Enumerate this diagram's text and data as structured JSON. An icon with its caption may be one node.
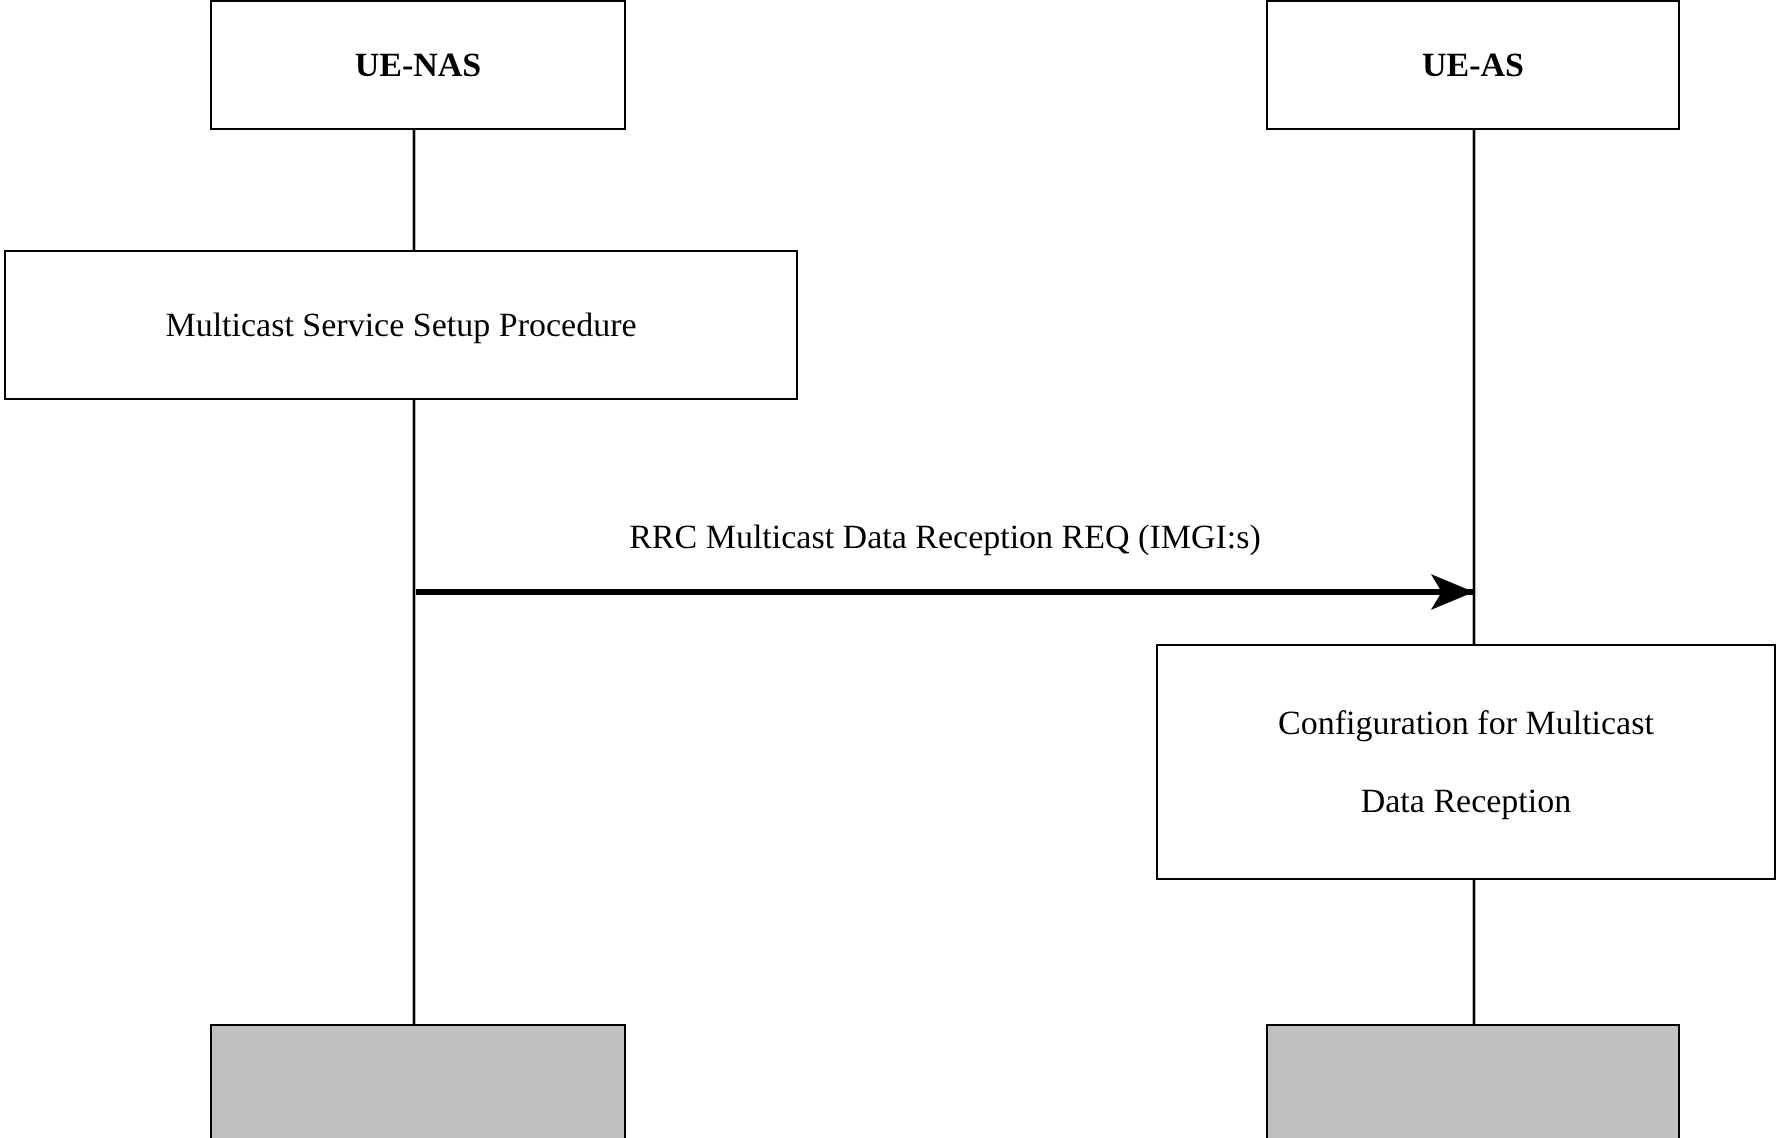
{
  "diagram": {
    "nodes": [
      {
        "text": [
          "UE-NAS"
        ]
      },
      {
        "text": [
          "Multicast Service Setup Procedure"
        ]
      },
      {
        "text": [
          "UE-AS"
        ]
      },
      {
        "text": [
          "Configuration for Multicast Data Reception"
        ]
      },
      {
        "text": [],
        "shape": "box"
      },
      {
        "text": [],
        "shape": "box"
      }
    ],
    "edges": [
      {
        "from": 0,
        "to": 1,
        "arrow": "none"
      },
      {
        "from": 1,
        "to": 4,
        "arrow": "none"
      },
      {
        "from": 2,
        "to": 3,
        "arrow": "none"
      },
      {
        "from": 3,
        "to": 5,
        "arrow": "none"
      },
      {
        "from": null,
        "to": 3,
        "arrow": "to",
        "label": "RRC Multicast Data Reception REQ (IMGI:s)",
        "style": "thick"
      }
    ]
  }
}
